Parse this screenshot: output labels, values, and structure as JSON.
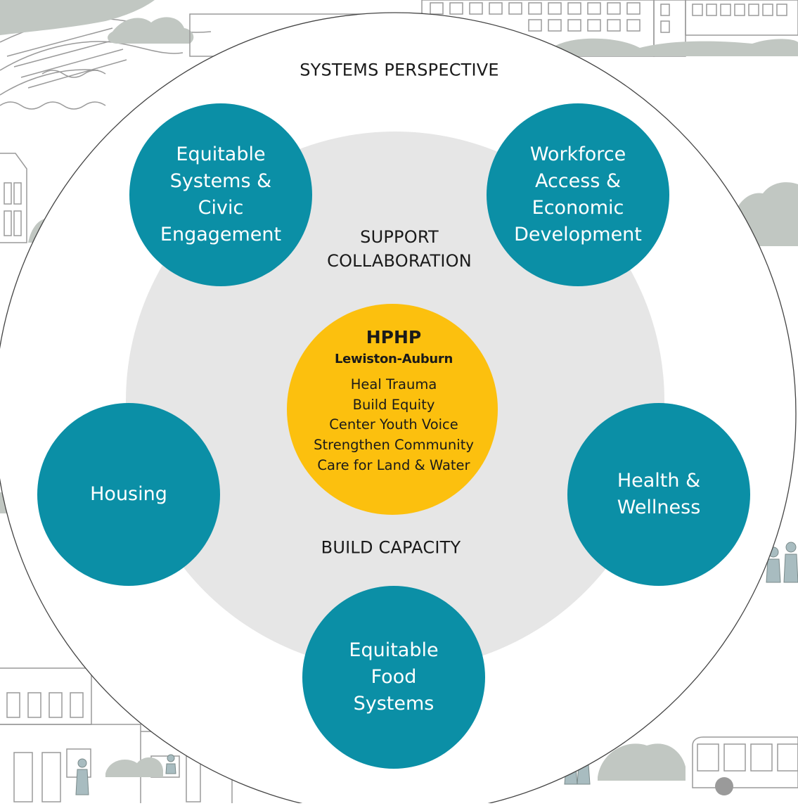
{
  "outer_label": "SYSTEMS PERSPECTIVE",
  "inner_labels": {
    "top": "SUPPORT\nCOLLABORATION",
    "bottom": "BUILD CAPACITY"
  },
  "core": {
    "title": "HPHP",
    "subtitle": "Lewiston-Auburn",
    "items": [
      "Heal Trauma",
      "Build Equity",
      "Center Youth Voice",
      "Strengthen Community",
      "Care for Land & Water"
    ]
  },
  "focus_areas": [
    "Equitable\nSystems &\nCivic\nEngagement",
    "Workforce\nAccess &\nEconomic\nDevelopment",
    "Housing",
    "Health &\nWellness",
    "Equitable\nFood\nSystems"
  ],
  "colors": {
    "focus_circle": "#0b8fa6",
    "core_circle": "#fcc00e",
    "inner_ring": "#e6e6e6",
    "background_art": "#c1c7c2",
    "line_art": "#9a9a9a"
  }
}
